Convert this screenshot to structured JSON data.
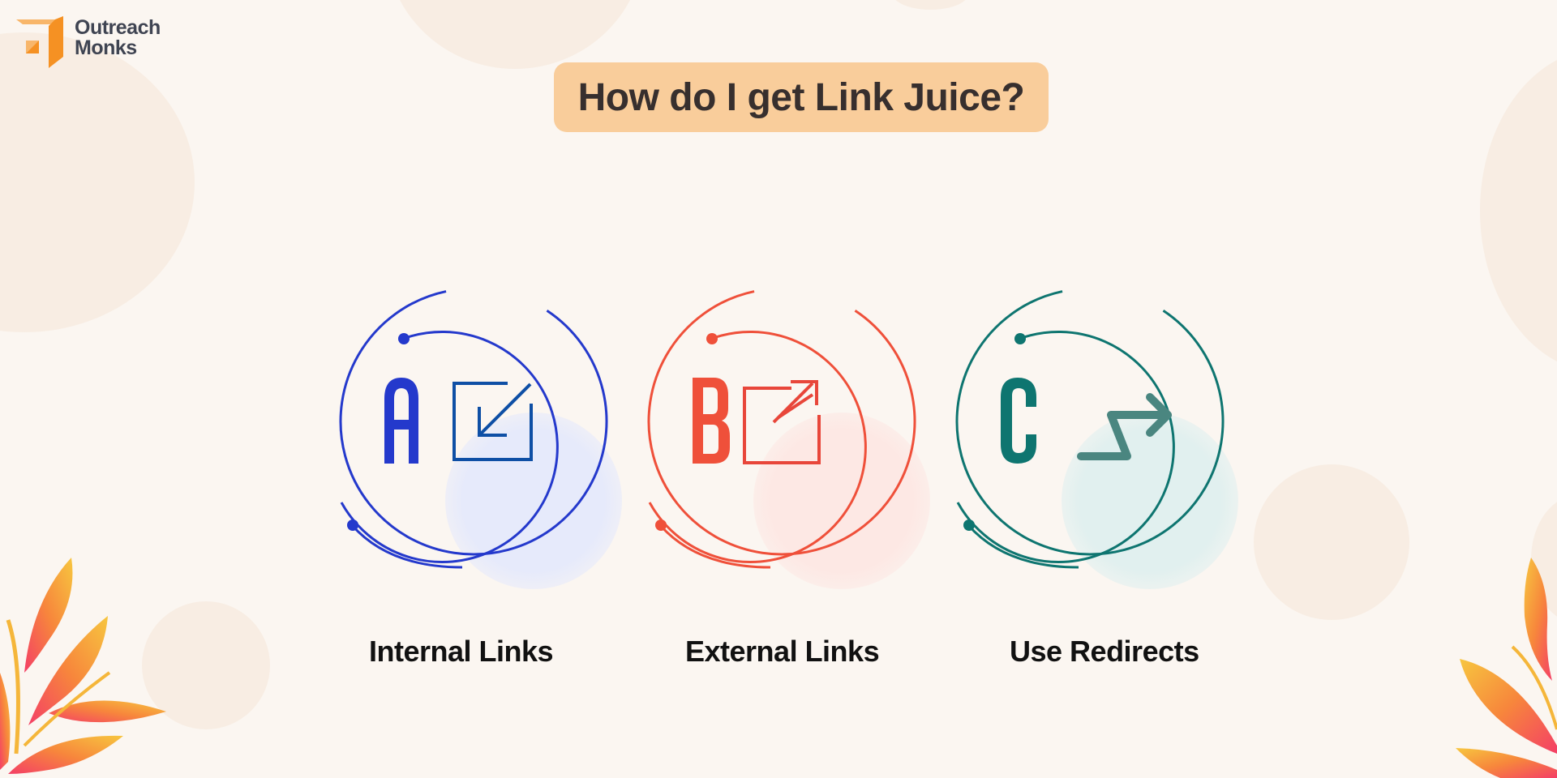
{
  "brand": {
    "name_line1": "Outreach",
    "name_line2": "Monks",
    "logo_color": "#f59b3a"
  },
  "title": "How do I get Link Juice?",
  "title_bg": "#f9cd9b",
  "methods": [
    {
      "letter": "A",
      "label": "Internal Links",
      "icon": "internal-link-icon",
      "color": "#2439cc",
      "tint": "#e6eafb"
    },
    {
      "letter": "B",
      "label": "External Links",
      "icon": "external-link-icon",
      "color": "#ef503a",
      "tint": "#fde7e3"
    },
    {
      "letter": "C",
      "label": "Use Redirects",
      "icon": "redirect-icon",
      "color": "#0e7570",
      "tint": "#e0f0ef"
    }
  ]
}
